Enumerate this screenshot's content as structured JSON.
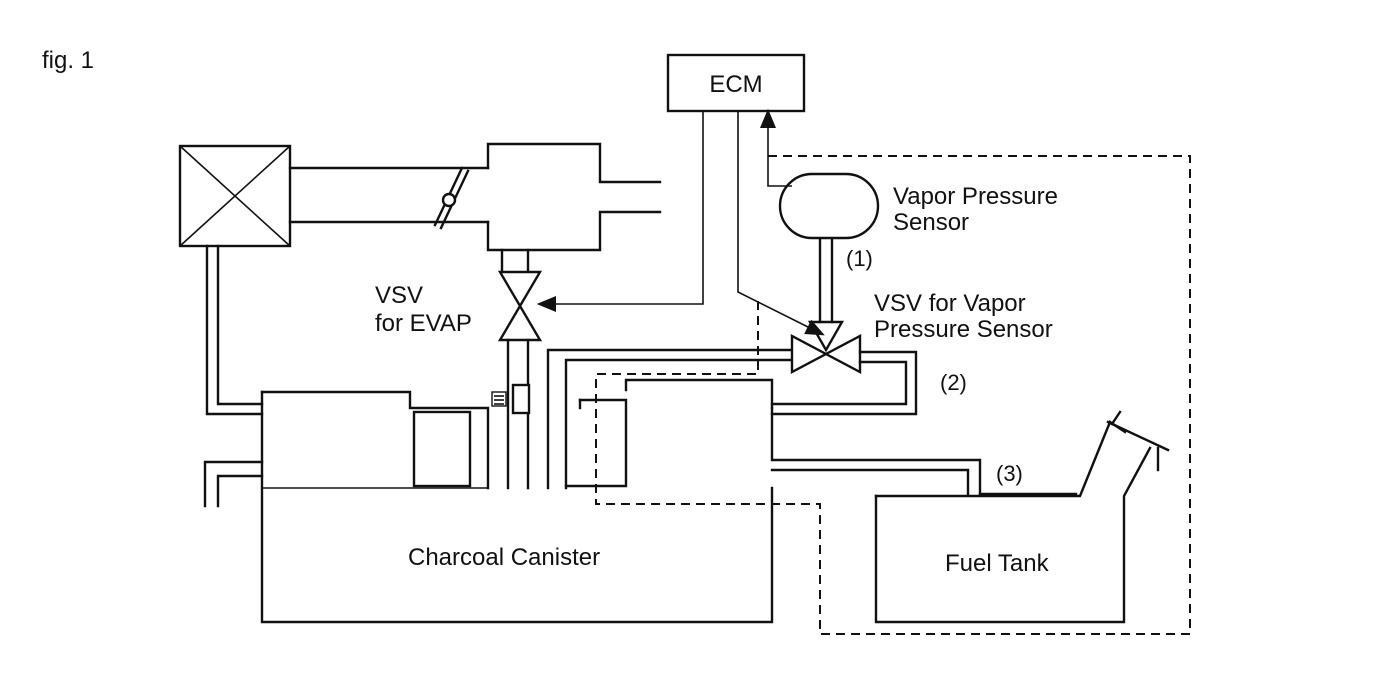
{
  "figure_label": "fig. 1",
  "components": {
    "ecm": "ECM",
    "vapor_pressure_sensor": [
      "Vapor Pressure",
      "Sensor"
    ],
    "vsv_vapor_pressure_sensor": [
      "VSV for Vapor",
      "Pressure Sensor"
    ],
    "vsv_evap": [
      "VSV",
      "for EVAP"
    ],
    "charcoal_canister": "Charcoal Canister",
    "fuel_tank": "Fuel Tank"
  },
  "line_labels": {
    "line_1": "(1)",
    "line_2": "(2)",
    "line_3": "(3)"
  }
}
